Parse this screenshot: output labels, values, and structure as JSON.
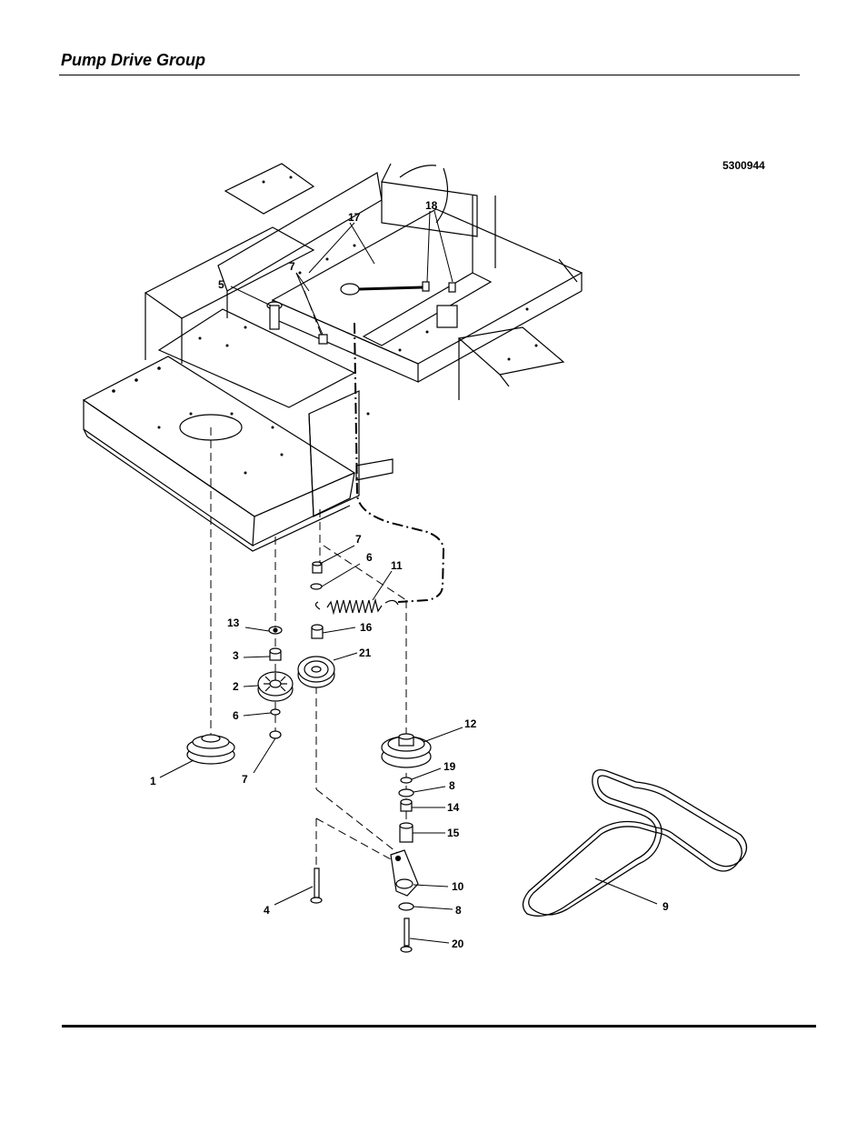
{
  "page": {
    "title": "Pump Drive Group",
    "figure_number": "5300944"
  },
  "callouts": [
    "1",
    "2",
    "3",
    "4",
    "5",
    "6",
    "7",
    "8",
    "9",
    "10",
    "11",
    "12",
    "13",
    "14",
    "15",
    "16",
    "17",
    "18",
    "19",
    "20",
    "21"
  ],
  "colors": {
    "ink": "#000000",
    "paper": "#ffffff"
  }
}
